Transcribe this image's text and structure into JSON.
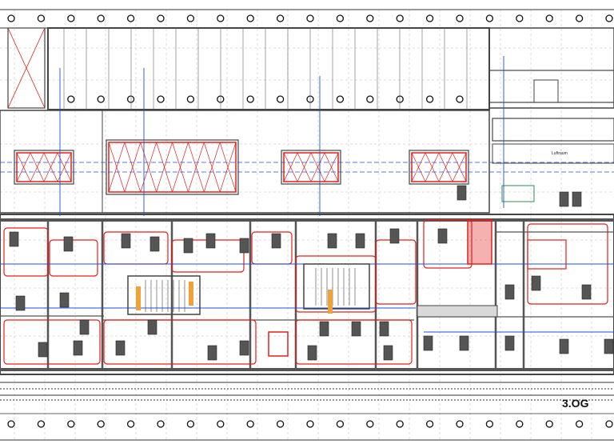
{
  "plan": {
    "floor_label": "3.OG",
    "room_label": "Luftraum"
  },
  "colors": {
    "wall": "#555555",
    "fire": "#e0201b",
    "blue": "#1f4fd8",
    "grid": "#b8b8b8",
    "duct": "#f0a23a",
    "green": "#2e8b57"
  },
  "icons": [
    "grid-axis-marker",
    "desk-workstation",
    "skylight-window",
    "stairwell",
    "lift-shaft"
  ]
}
